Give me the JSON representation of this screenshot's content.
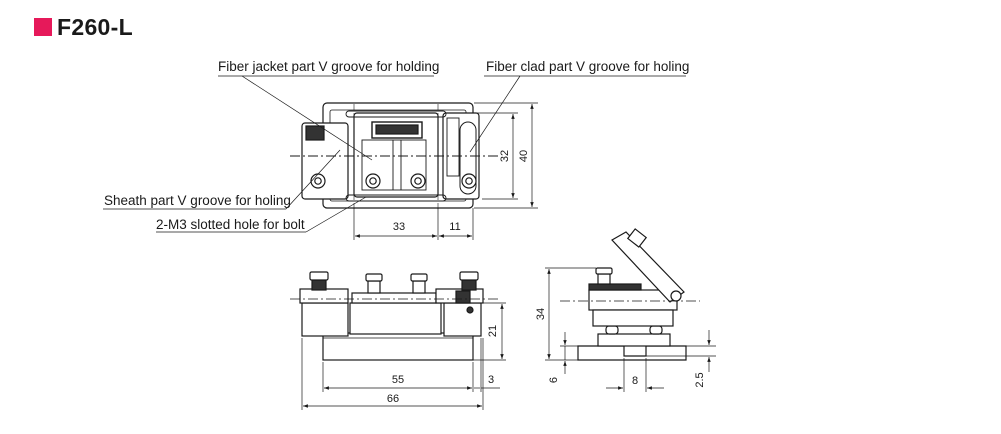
{
  "header": {
    "model": "F260-L",
    "accent_color": "#e6195a"
  },
  "callouts": {
    "jacket": "Fiber jacket part V groove for holding",
    "clad": "Fiber clad part V groove for holing",
    "sheath": "Sheath part V groove for holing",
    "bolt_hole": "2-M3 slotted hole for bolt"
  },
  "dimensions": {
    "top_width_inner": "33",
    "top_width_offset": "11",
    "top_height_inner": "32",
    "top_height_outer": "40",
    "front_width_inner": "55",
    "front_width_offset": "3",
    "front_width_total": "66",
    "front_height": "21",
    "side_height": "34",
    "side_base_height": "6",
    "side_slot_width": "8",
    "side_slot_depth": "2.5"
  }
}
